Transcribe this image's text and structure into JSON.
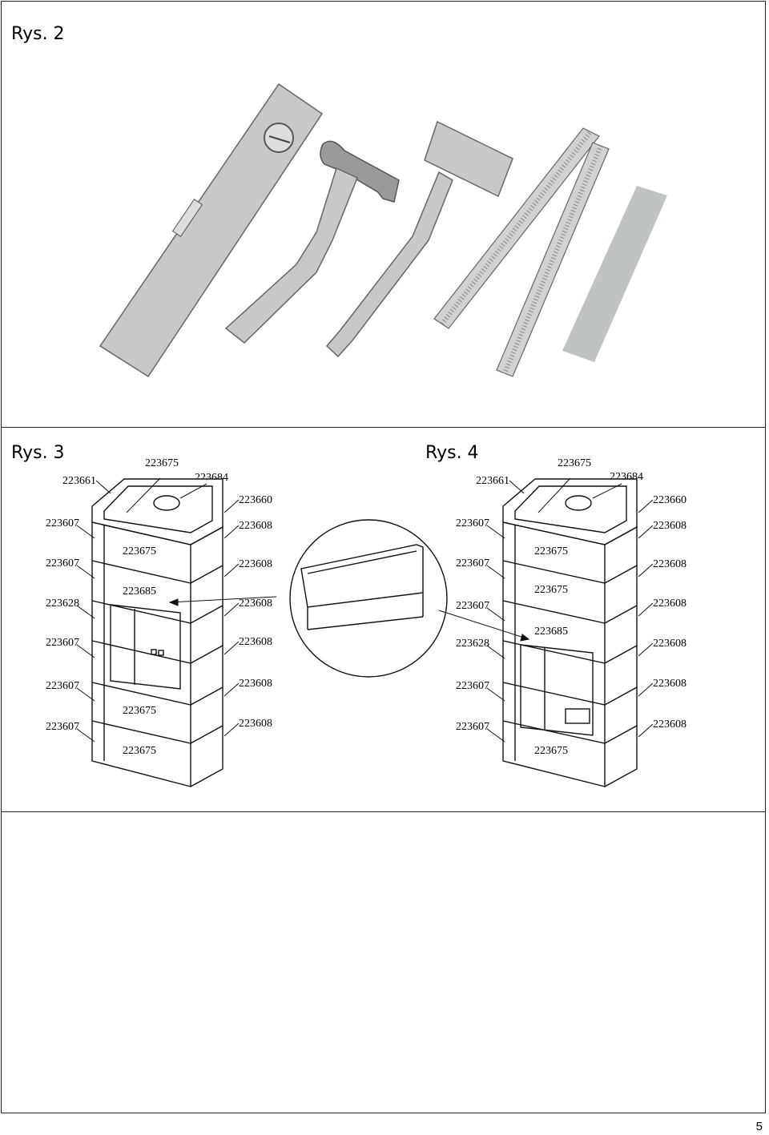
{
  "fig2": {
    "title": "Rys. 2",
    "tools": [
      "spirit-level",
      "hammer",
      "rubber-mallet",
      "folding-rule",
      "sanding-block"
    ]
  },
  "fig3": {
    "title": "Rys. 3",
    "labels": {
      "top_left": "223661",
      "top_a": "223675",
      "top_b": "223684",
      "right_top": "223660",
      "l1": "223607",
      "l2": "223607",
      "l3": "223628",
      "l4": "223607",
      "l5": "223607",
      "l6": "223607",
      "r1": "223608",
      "r2": "223608",
      "r3": "223608",
      "r4": "223608",
      "r5": "223608",
      "r6": "223608",
      "c1": "223675",
      "c2": "223685",
      "c3": "223675",
      "c4": "223675"
    }
  },
  "detail": {
    "label": "223685"
  },
  "fig4": {
    "title": "Rys. 4",
    "labels": {
      "top_left": "223661",
      "top_a": "223675",
      "top_b": "223684",
      "right_top": "223660",
      "l1": "223607",
      "l2": "223607",
      "l3": "223607",
      "l4": "223628",
      "l5": "223607",
      "l6": "223607",
      "r1": "223608",
      "r2": "223608",
      "r3": "223608",
      "r4": "223608",
      "r5": "223608",
      "r6": "223608",
      "c1": "223675",
      "c2": "223675",
      "c3": "223685",
      "c4": "223675"
    }
  },
  "page_number": "5"
}
